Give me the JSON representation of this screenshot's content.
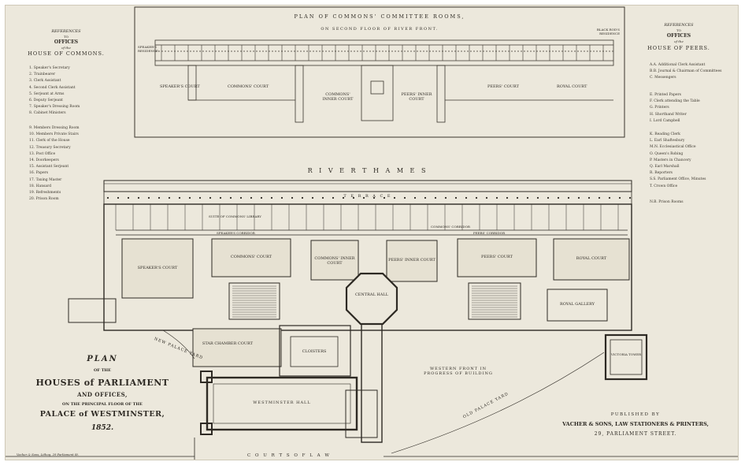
{
  "commons_refs": {
    "heading_1": "REFERENCES",
    "heading_2": "TO",
    "heading_3": "OFFICES",
    "heading_4": "of the",
    "heading_5": "HOUSE OF COMMONS.",
    "items_a": [
      "1. Speaker's Secretary",
      "2. Trainbearer",
      "3. Clerk Assistant",
      "4. Second Clerk Assistant",
      "5. Serjeant at Arms",
      "6. Deputy Serjeant",
      "7. Speaker's Dressing Room",
      "8. Cabinet Ministers"
    ],
    "items_b": [
      "9. Members Dressing Room",
      "10. Members Private Stairs",
      "11. Clerk of the House",
      "12. Treasury Secretary",
      "13. Post Office",
      "14. Doorkeepers",
      "15. Assistant Serjeant",
      "16. Papers",
      "17. Taxing Master",
      "18. Hansard",
      "19. Refreshments",
      "20. Prison Room"
    ]
  },
  "peers_refs": {
    "heading_1": "REFERENCES",
    "heading_2": "TO",
    "heading_3": "OFFICES",
    "heading_4": "of the",
    "heading_5": "HOUSE OF PEERS.",
    "items_a": [
      "A.A. Additional Clerk Assistant",
      "B.B. Journal & Chairman of Committees",
      "C. Messengers"
    ],
    "items_b": [
      "E. Printed Papers",
      "F. Clerk attending the Table",
      "G. Printers",
      "H. Shorthand Writer",
      "I. Lord Campbell"
    ],
    "items_c": [
      "K. Reading Clerk",
      "L. Earl Shaftesbury",
      "M.N. Ecclesiastical Office",
      "O. Queen's Robing",
      "P. Masters in Chancery",
      "Q. Earl Marshall",
      "R. Reporters",
      "S.S. Parliament Office, Minutes",
      "T. Crown Office"
    ],
    "items_d": [
      "N.B. Prison Rooms"
    ]
  },
  "upper_plan": {
    "title": "PLAN OF COMMONS' COMMITTEE ROOMS,",
    "subtitle": "ON SECOND FLOOR OF RIVER FRONT.",
    "labels": [
      "SPEAKER'S COURT",
      "COMMONS' COURT",
      "COMMONS' INNER COURT",
      "PEERS' INNER COURT",
      "PEERS' COURT",
      "ROYAL COURT",
      "SPEAKER'S RESIDENCE",
      "BLACK ROD'S RESIDENCE"
    ]
  },
  "main_plan": {
    "river": "R I V E R   T H A M E S",
    "terrace": "T E R R A C E",
    "rooms": [
      {
        "key": "speakers_court",
        "label": "SPEAKER'S COURT"
      },
      {
        "key": "commons_court",
        "label": "COMMONS' COURT"
      },
      {
        "key": "commons_inner",
        "label": "COMMONS' INNER COURT"
      },
      {
        "key": "central_hall",
        "label": "CENTRAL HALL"
      },
      {
        "key": "peers_inner",
        "label": "PEERS' INNER COURT"
      },
      {
        "key": "peers_court",
        "label": "PEERS' COURT"
      },
      {
        "key": "royal_court",
        "label": "ROYAL COURT"
      },
      {
        "key": "royal_gallery",
        "label": "ROYAL GALLERY"
      },
      {
        "key": "star_chamber",
        "label": "STAR CHAMBER COURT"
      },
      {
        "key": "cloisters",
        "label": "CLOISTERS"
      },
      {
        "key": "westminster_hall",
        "label": "WESTMINSTER HALL"
      },
      {
        "key": "victoria_tower",
        "label": "VICTORIA TOWER"
      },
      {
        "key": "commons_corridor",
        "label": "COMMONS' CORRIDOR"
      },
      {
        "key": "peers_corridor",
        "label": "PEERS' CORRIDOR"
      },
      {
        "key": "speakers_corridor",
        "label": "SPEAKER'S CORRIDOR"
      },
      {
        "key": "suite",
        "label": "SUITE OF COMMONS' LIBRARY"
      }
    ],
    "new_palace_yard": "NEW PALACE YARD",
    "old_palace_yard": "OLD PALACE YARD",
    "western_front": "WESTERN FRONT IN PROGRESS OF BUILDING",
    "courts_of_law": "C O U R T S   O F   L A W"
  },
  "title_block": {
    "line1": "PLAN",
    "line2": "OF THE",
    "line3": "HOUSES of PARLIAMENT",
    "line4": "AND OFFICES,",
    "line5": "ON THE PRINCIPAL FLOOR OF THE",
    "line6": "PALACE of WESTMINSTER,",
    "line7": "1852."
  },
  "publisher": {
    "line1": "PUBLISHED BY",
    "line2": "VACHER & SONS, LAW STATIONERS & PRINTERS,",
    "line3": "29, PARLIAMENT STREET."
  },
  "engraver": "Vacher & Sons, Lithog. 29 Parliament St."
}
